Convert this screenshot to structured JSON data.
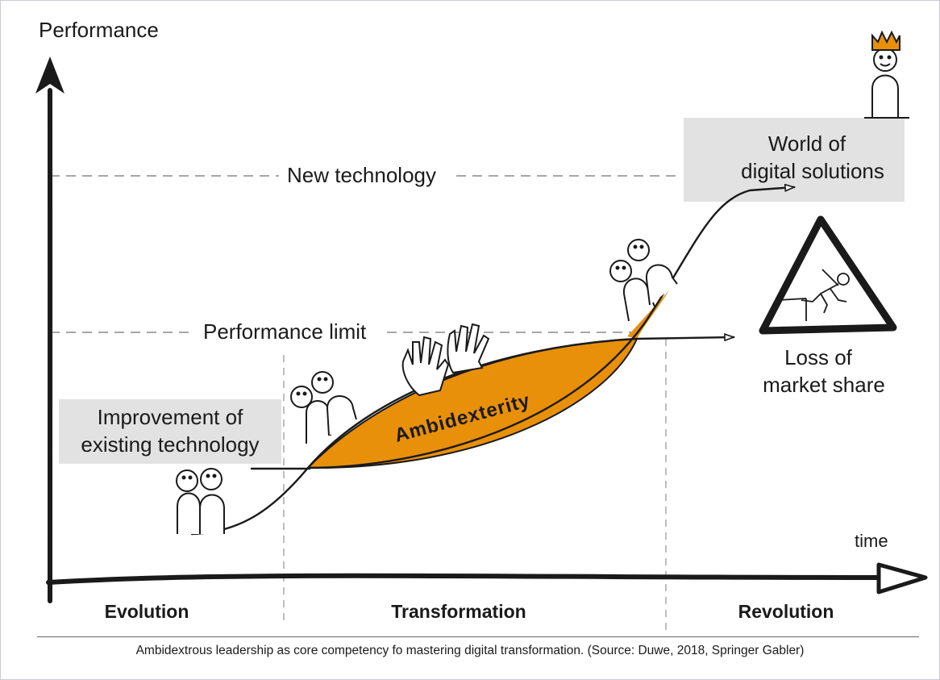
{
  "axis": {
    "y_label": "Performance",
    "x_label": "time"
  },
  "labels": {
    "new_technology": "New technology",
    "performance_limit": "Performance limit",
    "improvement_line1": "Improvement of",
    "improvement_line2": "existing technology",
    "world_line1": "World of",
    "world_line2": "digital solutions",
    "loss_line1": "Loss of",
    "loss_line2": "market share",
    "ambidexterity": "Ambidexterity"
  },
  "phases": {
    "evolution": "Evolution",
    "transformation": "Transformation",
    "revolution": "Revolution"
  },
  "caption": "Ambidextrous leadership as core competency fo mastering digital transformation. (Source: Duwe, 2018, Springer Gabler)",
  "colors": {
    "accent_orange": "#e8900a",
    "label_box_gray": "#e2e2e2",
    "ink": "#1a1a1a"
  },
  "icons": [
    "two-people-icon",
    "waving-hands-icon",
    "crowned-person-icon",
    "falling-person-warning-icon"
  ]
}
